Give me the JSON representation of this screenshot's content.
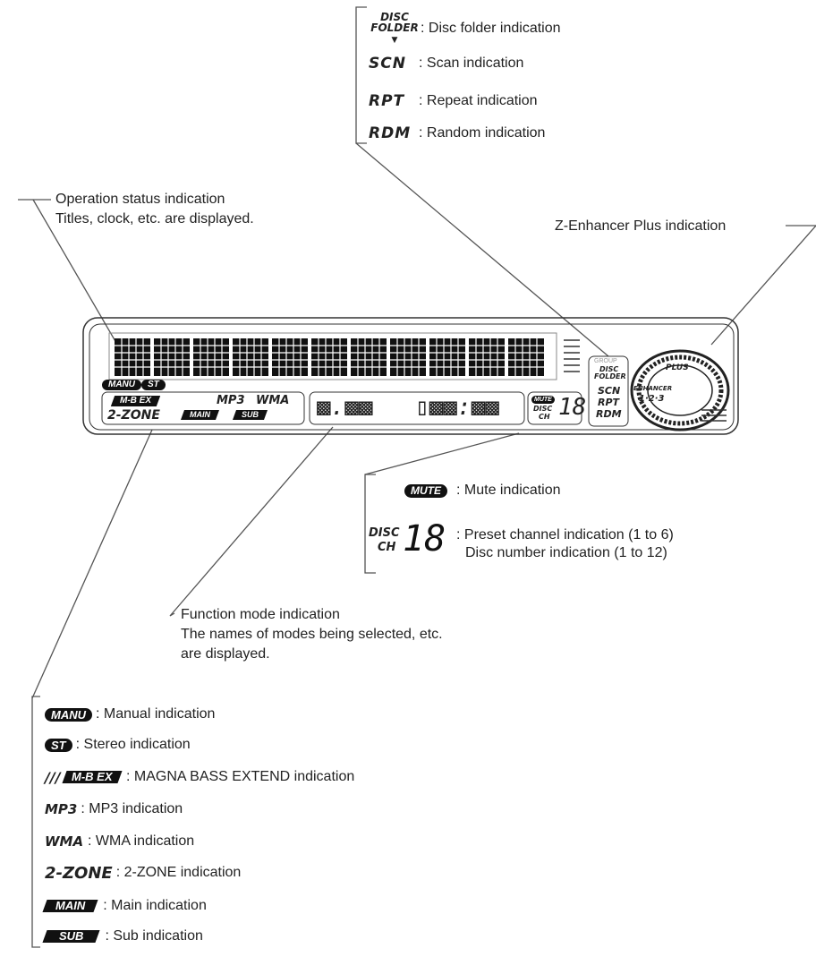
{
  "top_legend": {
    "disc_folder_symbol_line1": "DISC",
    "disc_folder_symbol_line2": "FOLDER",
    "disc_folder_text": ": Disc folder indication",
    "scan_symbol": "SCN",
    "scan_text": ": Scan indication",
    "repeat_symbol": "RPT",
    "repeat_text": ": Repeat indication",
    "random_symbol": "RDM",
    "random_text": ": Random indication"
  },
  "callouts": {
    "operation_status_line1": "Operation status indication",
    "operation_status_line2": "Titles, clock, etc. are displayed.",
    "z_enhancer": "Z-Enhancer Plus indication",
    "function_mode_line1": "Function mode indication",
    "function_mode_line2": "The names of modes being selected, etc.",
    "function_mode_line3": "are displayed."
  },
  "display": {
    "manu": "MANU",
    "st": "ST",
    "mbex": "M-B EX",
    "mp3": "MP3",
    "wma": "WMA",
    "two_zone": "2-ZONE",
    "main": "MAIN",
    "sub": "SUB",
    "mute": "MUTE",
    "disc": "DISC",
    "ch": "CH",
    "group": "GROUP",
    "disc_small": "DISC",
    "folder_small": "FOLDER",
    "scn": "SCN",
    "rpt": "RPT",
    "rdm": "RDM",
    "plus": "PLUS",
    "enhancer": "ENHANCER",
    "enh_levels": "1·2·3"
  },
  "mute_legend": {
    "mute_symbol": "MUTE",
    "mute_text": ": Mute indication",
    "disc_symbol": "DISC",
    "ch_symbol": "CH",
    "digits": "18",
    "preset_text": ": Preset channel indication (1 to 6)",
    "disc_number_text": "Disc number indication (1 to 12)"
  },
  "bottom_legend": [
    {
      "symbol": "MANU",
      "text": ": Manual indication"
    },
    {
      "symbol": "ST",
      "text": ": Stereo indication"
    },
    {
      "symbol": "M-B EX",
      "text": ": MAGNA BASS EXTEND indication"
    },
    {
      "symbol": "MP3",
      "text": ": MP3 indication"
    },
    {
      "symbol": "WMA",
      "text": ": WMA indication"
    },
    {
      "symbol": "2-ZONE",
      "text": ": 2-ZONE indication"
    },
    {
      "symbol": "MAIN",
      "text": ": Main indication"
    },
    {
      "symbol": "SUB",
      "text": ": Sub indication"
    }
  ]
}
